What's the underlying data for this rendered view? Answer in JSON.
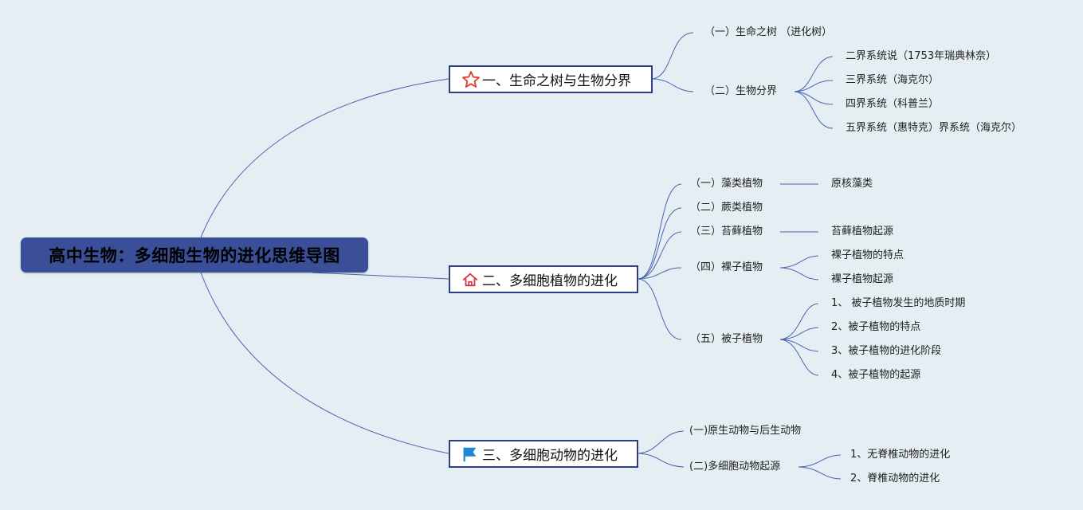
{
  "root": {
    "label": "高中生物：多细胞生物的进化思维导图"
  },
  "branches": [
    {
      "label": "一、生命之树与生物分界",
      "icon": "star-icon",
      "children": [
        {
          "label": "（一）生命之树 （进化树）"
        },
        {
          "label": "（二）生物分界",
          "children": [
            "二界系统说（1753年瑞典林奈）",
            "三界系统（海克尔）",
            "四界系统（科普兰）",
            "五界系统（惠特克）界系统（海克尔）"
          ]
        }
      ]
    },
    {
      "label": "二、多细胞植物的进化",
      "icon": "home-icon",
      "children": [
        {
          "label": "（一）藻类植物",
          "children": [
            "原核藻类"
          ]
        },
        {
          "label": "（二）蕨类植物"
        },
        {
          "label": "（三）苔藓植物",
          "children": [
            "苔藓植物起源"
          ]
        },
        {
          "label": "（四）裸子植物",
          "children": [
            "裸子植物的特点",
            "裸子植物起源"
          ]
        },
        {
          "label": "（五）被子植物",
          "children": [
            "1、 被子植物发生的地质时期",
            "2、被子植物的特点",
            "3、被子植物的进化阶段",
            "4、被子植物的起源"
          ]
        }
      ]
    },
    {
      "label": "三、多细胞动物的进化",
      "icon": "flag-icon",
      "children": [
        {
          "label": "(一)原生动物与后生动物"
        },
        {
          "label": "(二)多细胞动物起源",
          "children": [
            "1、无脊椎动物的进化",
            "2、脊椎动物的进化"
          ]
        }
      ]
    }
  ]
}
